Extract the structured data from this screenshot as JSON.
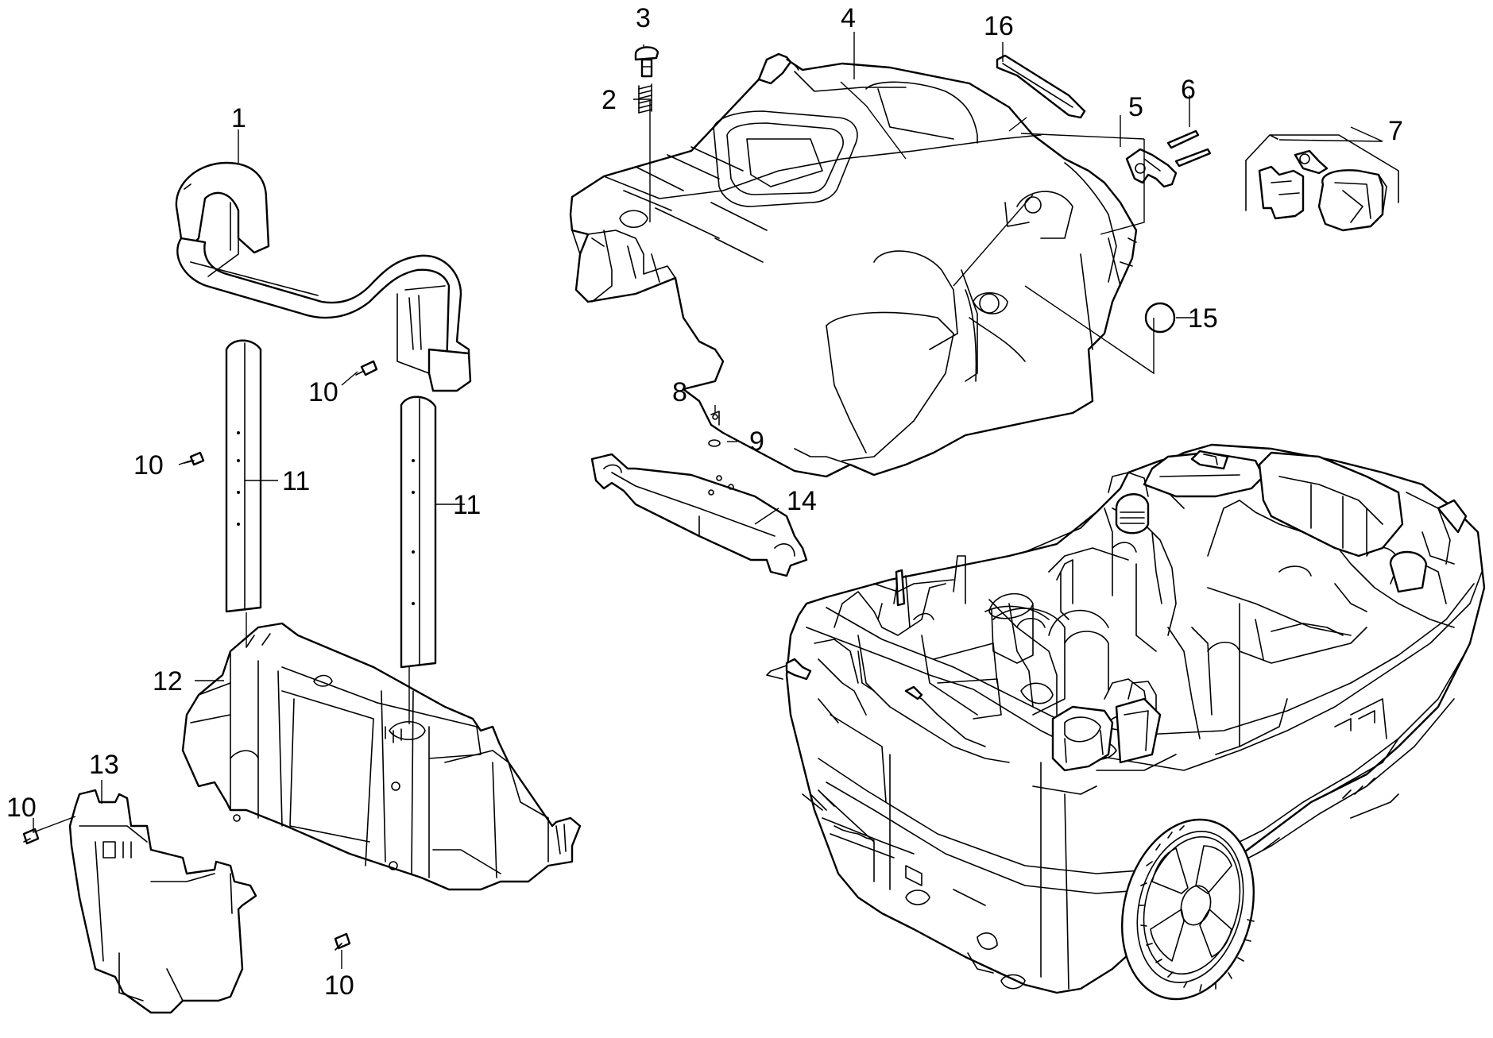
{
  "diagram": {
    "callouts": [
      {
        "id": "c1",
        "text": "1"
      },
      {
        "id": "c2",
        "text": "2"
      },
      {
        "id": "c3",
        "text": "3"
      },
      {
        "id": "c4",
        "text": "4"
      },
      {
        "id": "c5",
        "text": "5"
      },
      {
        "id": "c6",
        "text": "6"
      },
      {
        "id": "c7",
        "text": "7"
      },
      {
        "id": "c8",
        "text": "8"
      },
      {
        "id": "c9",
        "text": "9"
      },
      {
        "id": "c10a",
        "text": "10"
      },
      {
        "id": "c10b",
        "text": "10"
      },
      {
        "id": "c10c",
        "text": "10"
      },
      {
        "id": "c10d",
        "text": "10"
      },
      {
        "id": "c11a",
        "text": "11"
      },
      {
        "id": "c11b",
        "text": "11"
      },
      {
        "id": "c12",
        "text": "12"
      },
      {
        "id": "c13",
        "text": "13"
      },
      {
        "id": "c14",
        "text": "14"
      },
      {
        "id": "c15",
        "text": "15"
      },
      {
        "id": "c16",
        "text": "16"
      }
    ]
  }
}
